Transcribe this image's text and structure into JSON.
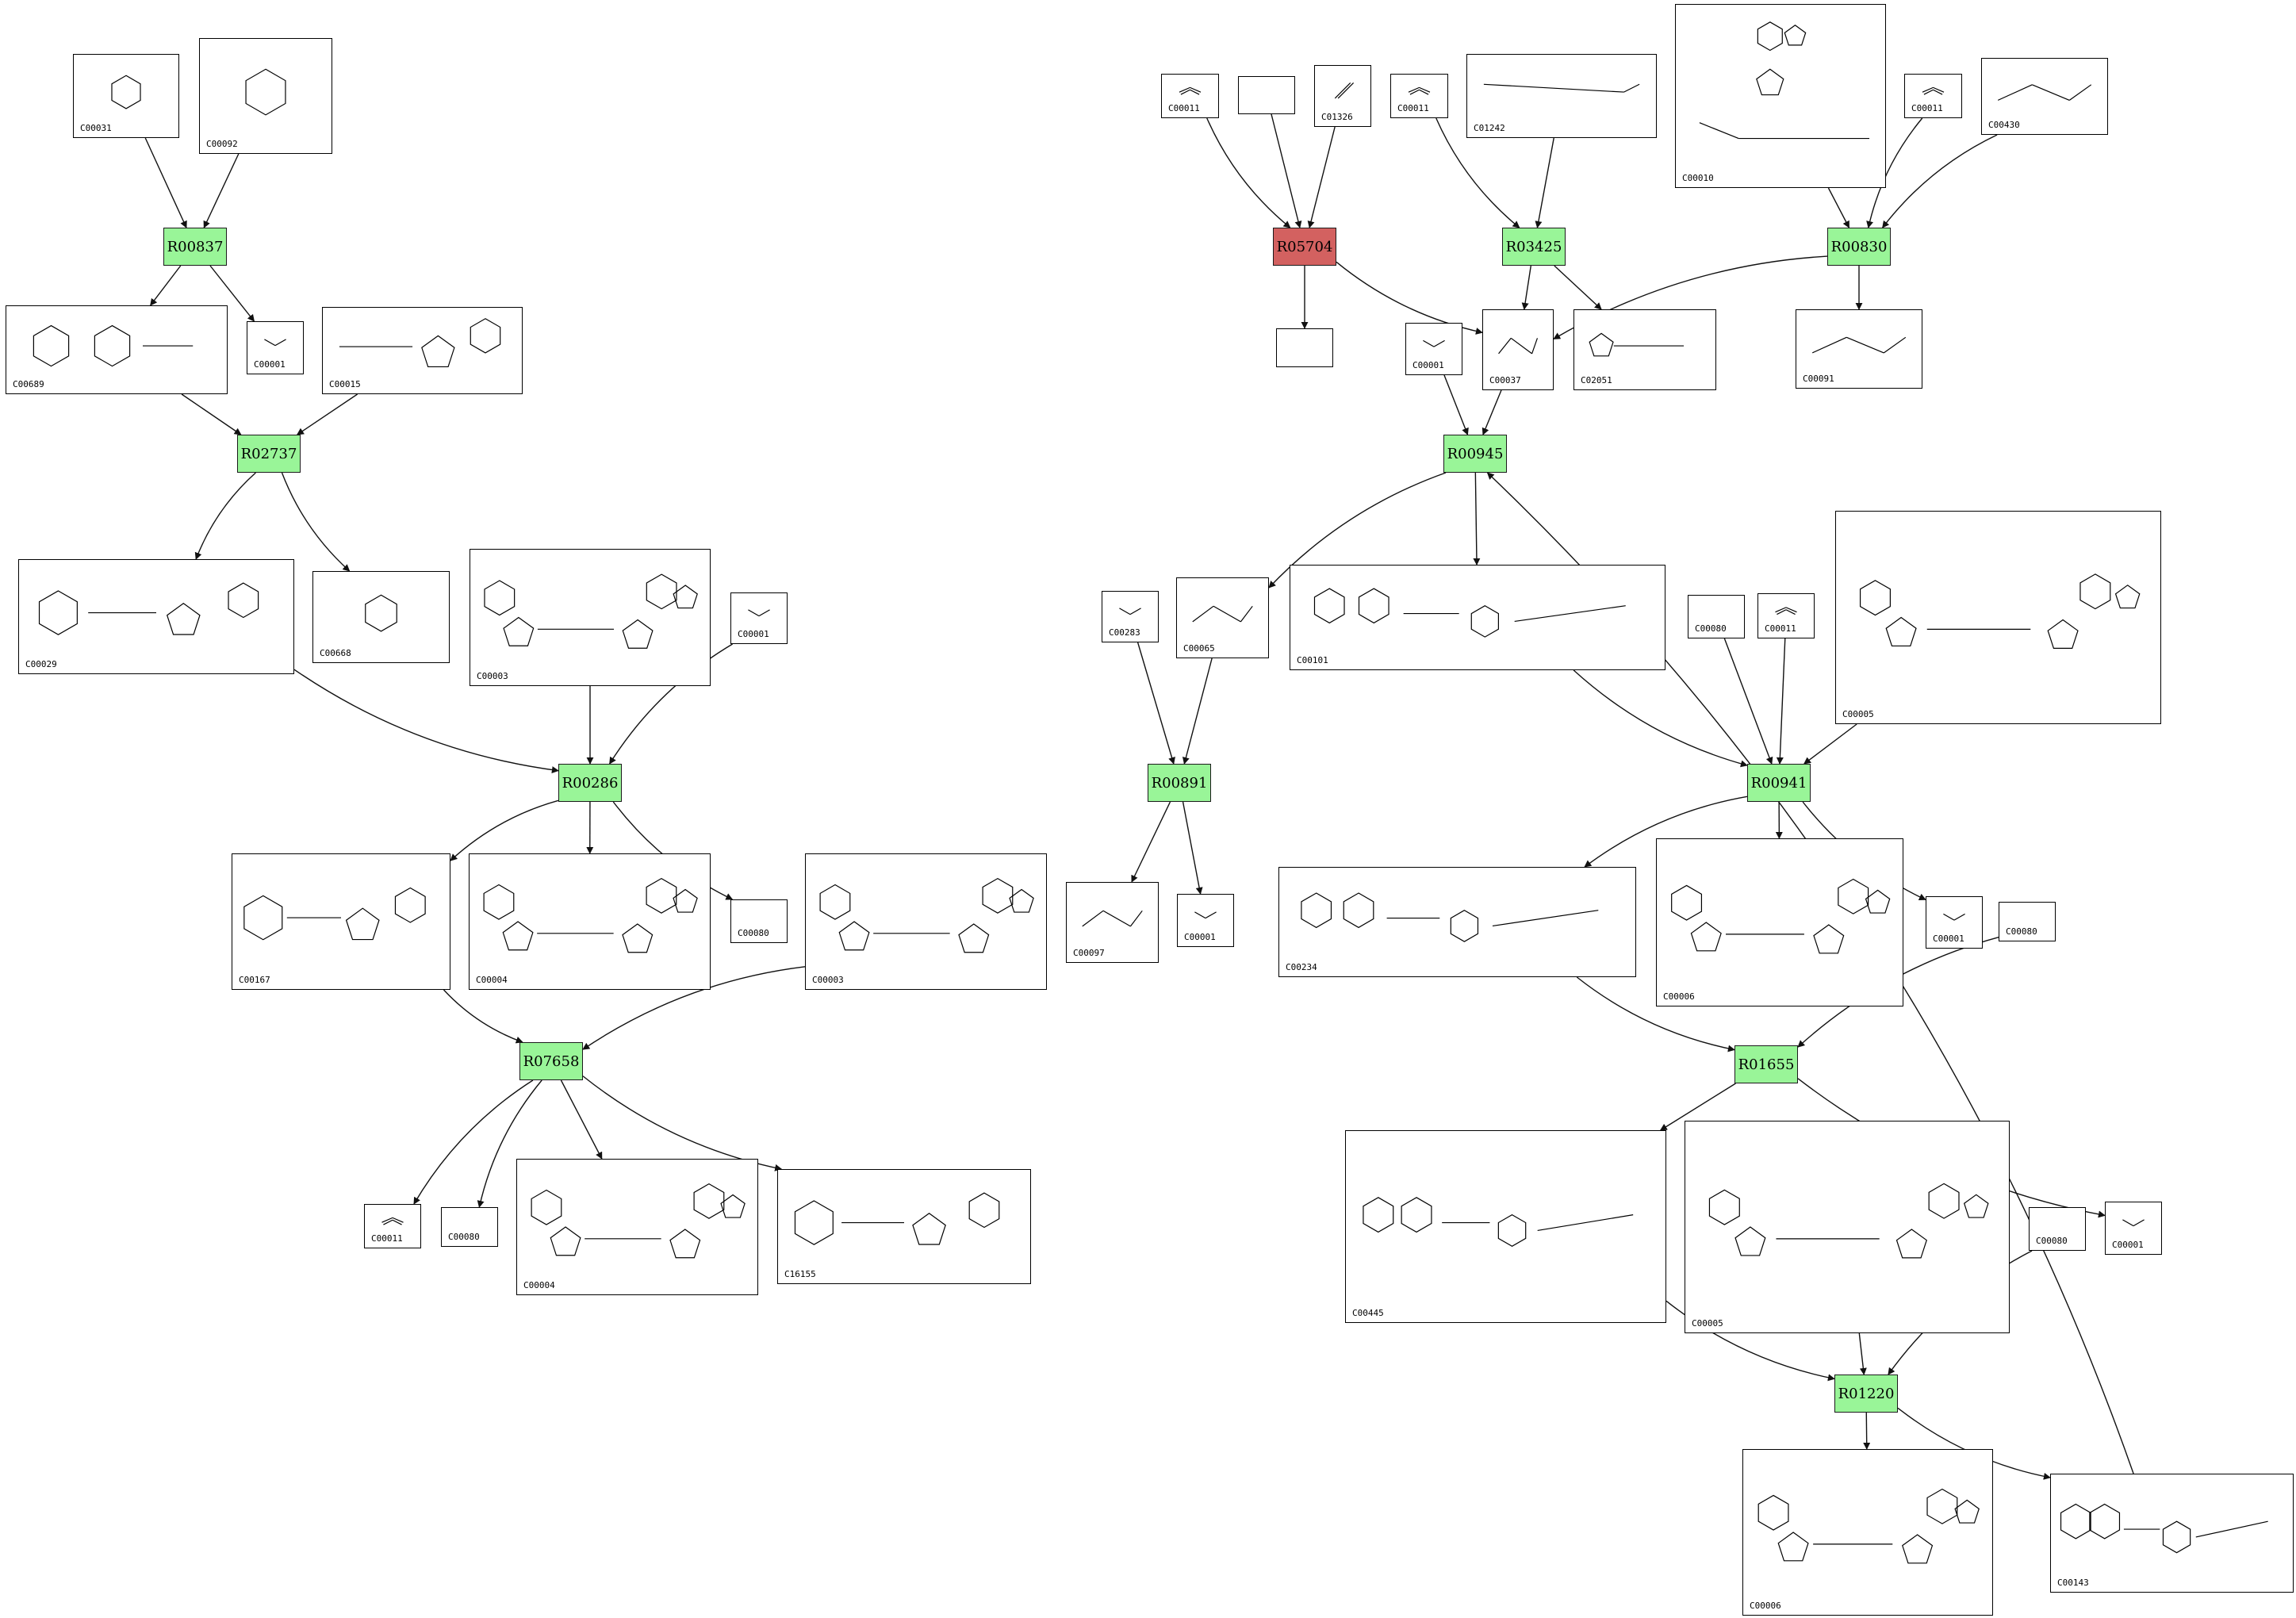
{
  "colors": {
    "reaction": "#99f598",
    "reaction_highlight": "#d36160",
    "edge": "#111111",
    "box_border": "#000000"
  },
  "reactions": [
    {
      "id": "R00837"
    },
    {
      "id": "R02737"
    },
    {
      "id": "R00286"
    },
    {
      "id": "R07658"
    },
    {
      "id": "R05704",
      "highlight": true
    },
    {
      "id": "R03425"
    },
    {
      "id": "R00830"
    },
    {
      "id": "R00945"
    },
    {
      "id": "R00891"
    },
    {
      "id": "R00941"
    },
    {
      "id": "R01655"
    },
    {
      "id": "R01220"
    }
  ],
  "compounds": [
    {
      "id": "c1",
      "label": "C00031",
      "kind": "sugar"
    },
    {
      "id": "c2",
      "label": "C00092",
      "kind": "sugar_p"
    },
    {
      "id": "c3",
      "label": "C00689",
      "kind": "disaccharide_p"
    },
    {
      "id": "c4",
      "label": "C00001",
      "kind": "water"
    },
    {
      "id": "c5",
      "label": "C00015",
      "kind": "nucleotide_diphos"
    },
    {
      "id": "c6",
      "label": "C00029",
      "kind": "udp_sugar"
    },
    {
      "id": "c7",
      "label": "C00668",
      "kind": "sugar_p"
    },
    {
      "id": "c8",
      "label": "C00003",
      "kind": "nad"
    },
    {
      "id": "c9",
      "label": "C00001",
      "kind": "water"
    },
    {
      "id": "c10",
      "label": "C00167",
      "kind": "udp_sugar"
    },
    {
      "id": "c11",
      "label": "C00004",
      "kind": "nad"
    },
    {
      "id": "c12",
      "label": "C00080",
      "kind": "proton"
    },
    {
      "id": "c13",
      "label": "C00003",
      "kind": "nad"
    },
    {
      "id": "c14",
      "label": "C00011",
      "kind": "co2"
    },
    {
      "id": "c15",
      "label": "C00080",
      "kind": "proton"
    },
    {
      "id": "c16",
      "label": "C00004",
      "kind": "nad"
    },
    {
      "id": "c17",
      "label": "C16155",
      "kind": "udp_sugar"
    },
    {
      "id": "c18",
      "label": "C00011",
      "kind": "co2"
    },
    {
      "id": "c19",
      "label": "",
      "kind": "empty"
    },
    {
      "id": "c20",
      "label": "C01326",
      "kind": "hcn"
    },
    {
      "id": "c21",
      "label": "C00011",
      "kind": "co2"
    },
    {
      "id": "c22",
      "label": "C01242",
      "kind": "chain"
    },
    {
      "id": "c23",
      "label": "C00010",
      "kind": "coa"
    },
    {
      "id": "c24",
      "label": "C00011",
      "kind": "co2"
    },
    {
      "id": "c25",
      "label": "C00430",
      "kind": "small_acid"
    },
    {
      "id": "c26",
      "label": "",
      "kind": "empty"
    },
    {
      "id": "c27",
      "label": "C00037",
      "kind": "small_acid"
    },
    {
      "id": "c28",
      "label": "C02051",
      "kind": "lipoyl"
    },
    {
      "id": "c29",
      "label": "C00091",
      "kind": "small_acid"
    },
    {
      "id": "c30",
      "label": "C00001",
      "kind": "water"
    },
    {
      "id": "c31",
      "label": "C00283",
      "kind": "h2s"
    },
    {
      "id": "c32",
      "label": "C00065",
      "kind": "small_acid"
    },
    {
      "id": "c33",
      "label": "C00101",
      "kind": "folate"
    },
    {
      "id": "c34",
      "label": "C00080",
      "kind": "proton"
    },
    {
      "id": "c35",
      "label": "C00011",
      "kind": "co2"
    },
    {
      "id": "c36",
      "label": "C00005",
      "kind": "nad"
    },
    {
      "id": "c37",
      "label": "C00097",
      "kind": "small_acid"
    },
    {
      "id": "c38",
      "label": "C00001",
      "kind": "water"
    },
    {
      "id": "c39",
      "label": "C00234",
      "kind": "folate"
    },
    {
      "id": "c40",
      "label": "C00006",
      "kind": "nad"
    },
    {
      "id": "c41",
      "label": "C00001",
      "kind": "water"
    },
    {
      "id": "c42",
      "label": "C00080",
      "kind": "proton"
    },
    {
      "id": "c43",
      "label": "C00445",
      "kind": "folate"
    },
    {
      "id": "c44",
      "label": "C00005",
      "kind": "nad"
    },
    {
      "id": "c45",
      "label": "C00080",
      "kind": "proton"
    },
    {
      "id": "c46",
      "label": "C00001",
      "kind": "water"
    },
    {
      "id": "c47",
      "label": "C00006",
      "kind": "nad"
    },
    {
      "id": "c48",
      "label": "C00143",
      "kind": "folate"
    }
  ],
  "edges": [
    {
      "from": "c1",
      "to": "R00837"
    },
    {
      "from": "c2",
      "to": "R00837"
    },
    {
      "from": "R00837",
      "to": "c3"
    },
    {
      "from": "R00837",
      "to": "c4"
    },
    {
      "from": "c3",
      "to": "R02737"
    },
    {
      "from": "c5",
      "to": "R02737"
    },
    {
      "from": "R02737",
      "to": "c6"
    },
    {
      "from": "R02737",
      "to": "c7"
    },
    {
      "from": "c6",
      "to": "R00286"
    },
    {
      "from": "c8",
      "to": "R00286"
    },
    {
      "from": "c9",
      "to": "R00286"
    },
    {
      "from": "R00286",
      "to": "c10"
    },
    {
      "from": "R00286",
      "to": "c11"
    },
    {
      "from": "R00286",
      "to": "c12"
    },
    {
      "from": "c10",
      "to": "R07658"
    },
    {
      "from": "c13",
      "to": "R07658"
    },
    {
      "from": "R07658",
      "to": "c14"
    },
    {
      "from": "R07658",
      "to": "c15"
    },
    {
      "from": "R07658",
      "to": "c16"
    },
    {
      "from": "R07658",
      "to": "c17"
    },
    {
      "from": "c18",
      "to": "R05704"
    },
    {
      "from": "c19",
      "to": "R05704"
    },
    {
      "from": "c20",
      "to": "R05704"
    },
    {
      "from": "R05704",
      "to": "c26"
    },
    {
      "from": "R05704",
      "to": "c27"
    },
    {
      "from": "c21",
      "to": "R03425"
    },
    {
      "from": "c22",
      "to": "R03425"
    },
    {
      "from": "R03425",
      "to": "c27"
    },
    {
      "from": "R03425",
      "to": "c28"
    },
    {
      "from": "c23",
      "to": "R00830"
    },
    {
      "from": "c24",
      "to": "R00830"
    },
    {
      "from": "c25",
      "to": "R00830"
    },
    {
      "from": "R00830",
      "to": "c27"
    },
    {
      "from": "R00830",
      "to": "c29"
    },
    {
      "from": "c30",
      "to": "R00945"
    },
    {
      "from": "c27",
      "to": "R00945"
    },
    {
      "from": "R00945",
      "to": "c32"
    },
    {
      "from": "R00945",
      "to": "c33"
    },
    {
      "from": "c31",
      "to": "R00891"
    },
    {
      "from": "c32",
      "to": "R00891"
    },
    {
      "from": "R00891",
      "to": "c37"
    },
    {
      "from": "R00891",
      "to": "c38"
    },
    {
      "from": "c33",
      "to": "R00941"
    },
    {
      "from": "c34",
      "to": "R00941"
    },
    {
      "from": "c35",
      "to": "R00941"
    },
    {
      "from": "c36",
      "to": "R00941"
    },
    {
      "from": "R00941",
      "to": "c39"
    },
    {
      "from": "R00941",
      "to": "c40"
    },
    {
      "from": "R00941",
      "to": "c41"
    },
    {
      "from": "c39",
      "to": "R01655"
    },
    {
      "from": "c42",
      "to": "R01655"
    },
    {
      "from": "R01655",
      "to": "c43"
    },
    {
      "from": "R01655",
      "to": "c46"
    },
    {
      "from": "c43",
      "to": "R01220"
    },
    {
      "from": "c44",
      "to": "R01220"
    },
    {
      "from": "c45",
      "to": "R01220"
    },
    {
      "from": "R01220",
      "to": "c47"
    },
    {
      "from": "R01220",
      "to": "c48"
    },
    {
      "from": "c48",
      "to": "R00945"
    }
  ]
}
